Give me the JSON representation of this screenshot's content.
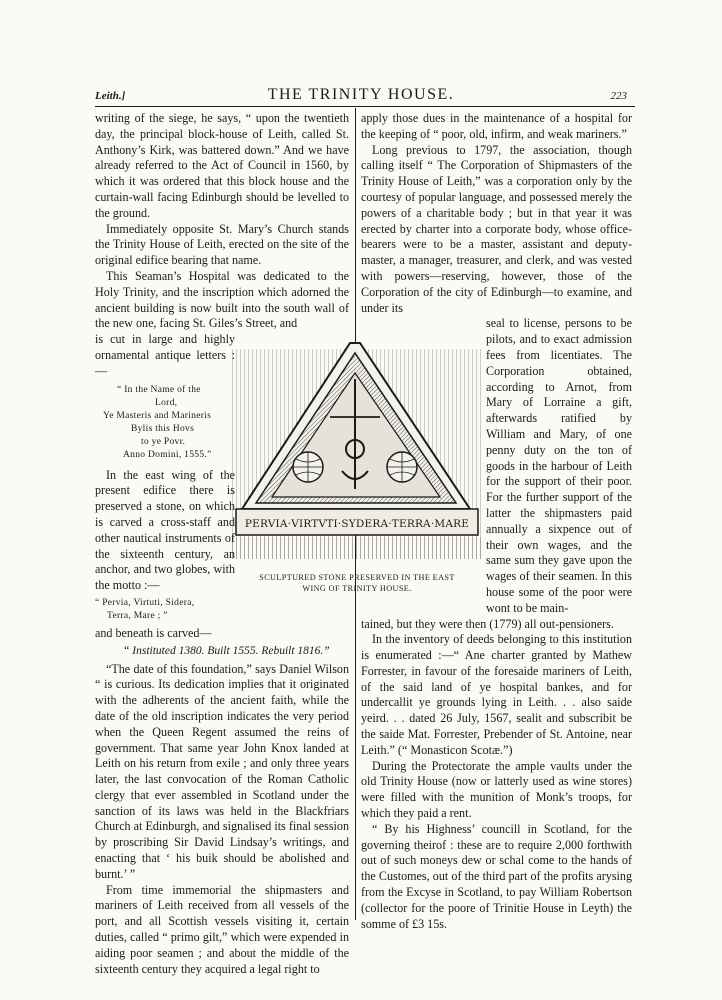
{
  "header": {
    "left": "Leith.]",
    "title": "THE TRINITY HOUSE.",
    "page_number": "223"
  },
  "left": {
    "p1": "writing of the siege, he says, “ upon the twentieth day, the principal block-house of Leith, called St. Anthony’s Kirk, was battered down.” And we have already referred to the Act of Council in 1560, by which it was ordered that this block house and the curtain-wall facing Edinburgh should be levelled to the ground.",
    "p2": "Immediately opposite St. Mary’s Church stands the Trinity House of Leith, erected on the site of the original edifice bearing that name.",
    "p3": "This Seaman’s Hospital was dedicated to the Holy Trinity, and the inscription which adorned the ancient building is now built into the south wall of the new one, facing St. Giles’s Street, and",
    "p3_wrap": "is cut in large and highly ornamental antique letters :—",
    "inscription": [
      "“ In the Name of the",
      "Lord,",
      "Ye Masteris and Marineris",
      "Bylis this Hovs",
      "to ye Povr.",
      "Anno Domini, 1555.”"
    ],
    "p4": "In the east wing of the present edifice there is preserved a stone, on which is carved a cross-staff and other nautical instruments of the sixteenth century, an anchor, and two globes, with the motto :—",
    "motto_1": "“ Pervia, Virtuti, Sidera,",
    "motto_2": "Terra, Mare ; ”",
    "p5": "and beneath is carved—",
    "dated": "“ Instituted 1380. Built 1555. Rebuilt 1816.”",
    "p6": "“The date of this foundation,” says Daniel Wilson “ is curious. Its dedication implies that it originated with the adherents of the ancient faith, while the date of the old inscription indicates the very period when the Queen Regent assumed the reins of government. That same year John Knox landed at Leith on his return from exile ; and only three years later, the last convocation of the Roman Catholic clergy that ever assembled in Scotland under the sanction of its laws was held in the Blackfriars Church at Edinburgh, and signalised its final session by proscribing Sir David Lindsay’s writings, and enacting that ‘ his buik should be abolished and burnt.’ ”",
    "p7": "From time immemorial the shipmasters and mariners of Leith received from all vessels of the port, and all Scottish vessels visiting it, certain duties, called “ primo gilt,” which were expended in aiding poor seamen ; and about the middle of the sixteenth century they acquired a legal right to"
  },
  "right": {
    "p1": "apply those dues in the maintenance of a hospital for the keeping of “ poor, old, infirm, and weak mariners.”",
    "p2": "Long previous to 1797, the association, though calling itself “ The Corporation of Shipmasters of the Trinity House of Leith,” was a corporation only by the courtesy of popular language, and possessed merely the powers of a charitable body ; but in that year it was erected by charter into a corporate body, whose office-bearers were to be a master, assistant and deputy-master, a manager, treasurer, and clerk, and was vested with powers—reserving, however, those of the Corporation of the city of Edinburgh—to examine, and under its",
    "p2_wrap": "seal to license, persons to be pilots, and to exact admission fees from licentiates. The Corporation obtained, according to Arnot, from Mary of Lorraine a gift, afterwards ratified by William and Mary, of one penny duty on the ton of goods in the harbour of Leith for the support of their poor. For the further support of the latter the shipmasters paid annually a sixpence out of their own wages, and the same sum they gave upon the wages of their seamen. In this house some of the poor were wont to be main-",
    "p2_end": "tained, but they were then (1779) all out-pensioners.",
    "p3": "In the inventory of deeds belonging to this institution is enumerated :—“ Ane charter granted by Mathew Forrester, in favour of the foresaide mariners of Leith, of the said land of ye hospital bankes, and for undercallit ye grounds lying in Leith. . . also saide yeird. . . dated 26 July, 1567, sealit and subscribit be the saide Mat. Forrester, Prebender of St. Antoine, near Leith.” (“ Monasticon Scotæ.”)",
    "p4": "During the Protectorate the ample vaults under the old Trinity House (now or latterly used as wine stores) were filled with the munition of Monk’s troops, for which they paid a rent.",
    "p5": "“ By his Highness’ councill in Scotland, for the governing theirof : these are to require 2,000 forthwith out of such moneys dew or schal come to the hands of the Customes, out of the third part of the profits arysing from the Excyse in Scotland, to pay William Robertson (collector for the poore of Trinitie House in Leyth) the somme of £3 15s."
  },
  "figure": {
    "inscription_text": "PERVIA·VIRTVTI·SYDERA·TERRA·MARE",
    "caption_1": "SCULPTURED STONE PRESERVED IN THE EAST",
    "caption_2": "WING OF TRINITY HOUSE."
  }
}
